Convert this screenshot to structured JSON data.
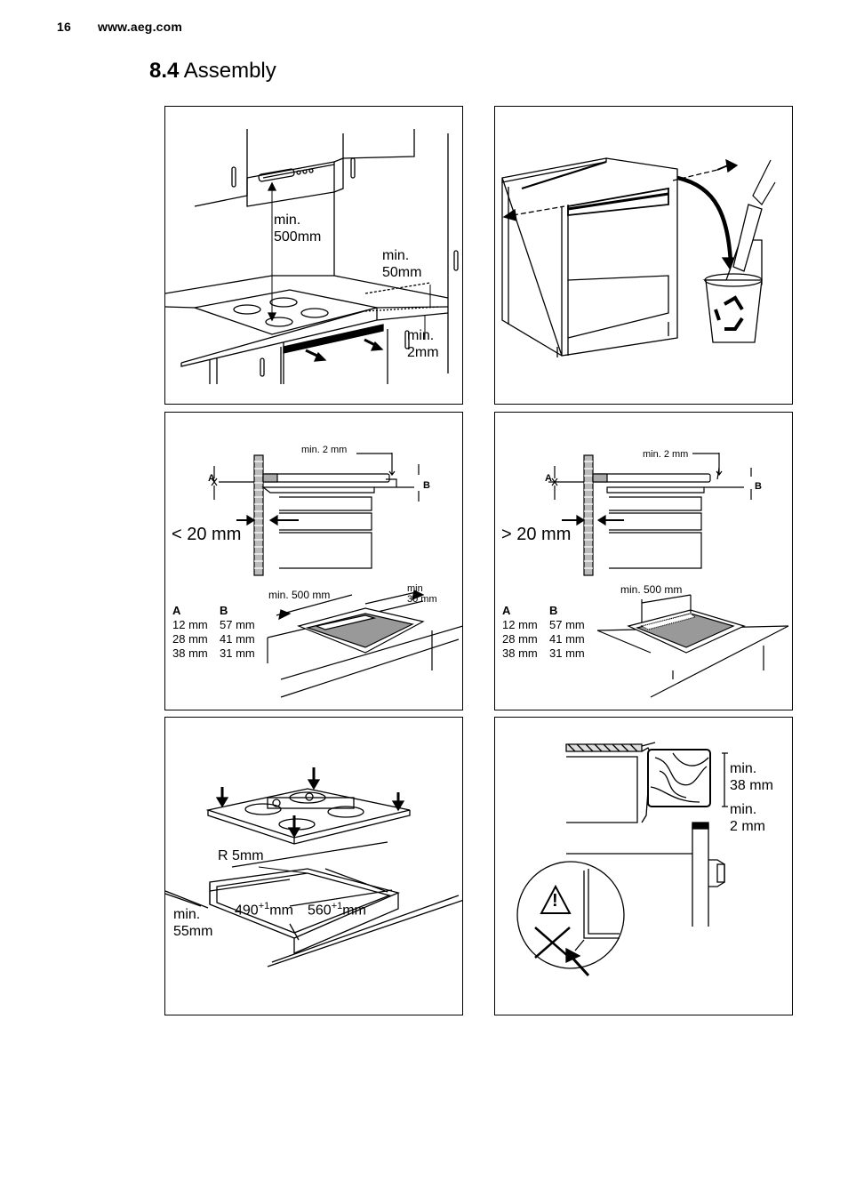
{
  "header": {
    "page_number": "16",
    "url": "www.aeg.com"
  },
  "section": {
    "number": "8.4",
    "title": "Assembly"
  },
  "panel1": {
    "label_hood": "min.\n500mm",
    "label_wall": "min.\n50mm",
    "label_bottom": "min.\n2mm"
  },
  "panel3": {
    "min_2mm": "min. 2 mm",
    "label_a": "A",
    "label_b": "B",
    "gap": "< 20 mm",
    "min_500": "min. 500 mm",
    "min_30": "min\n30 mm",
    "table_header": [
      "A",
      "B"
    ],
    "table_rows": [
      [
        "12 mm",
        "57 mm"
      ],
      [
        "28 mm",
        "41 mm"
      ],
      [
        "38 mm",
        "31 mm"
      ]
    ]
  },
  "panel4": {
    "min_2mm": "min. 2 mm",
    "label_a": "A",
    "label_b": "B",
    "gap": "> 20 mm",
    "min_500": "min. 500 mm",
    "table_header": [
      "A",
      "B"
    ],
    "table_rows": [
      [
        "12 mm",
        "57 mm"
      ],
      [
        "28 mm",
        "41 mm"
      ],
      [
        "38 mm",
        "31 mm"
      ]
    ]
  },
  "panel5": {
    "radius": "R 5mm",
    "dim1": "490",
    "dim2": "560",
    "sup": "+1",
    "unit": "mm",
    "min_depth": "min.\n55mm"
  },
  "panel6": {
    "min_38": "min.\n38 mm",
    "min_2": "min.\n2 mm",
    "warning": "!"
  }
}
